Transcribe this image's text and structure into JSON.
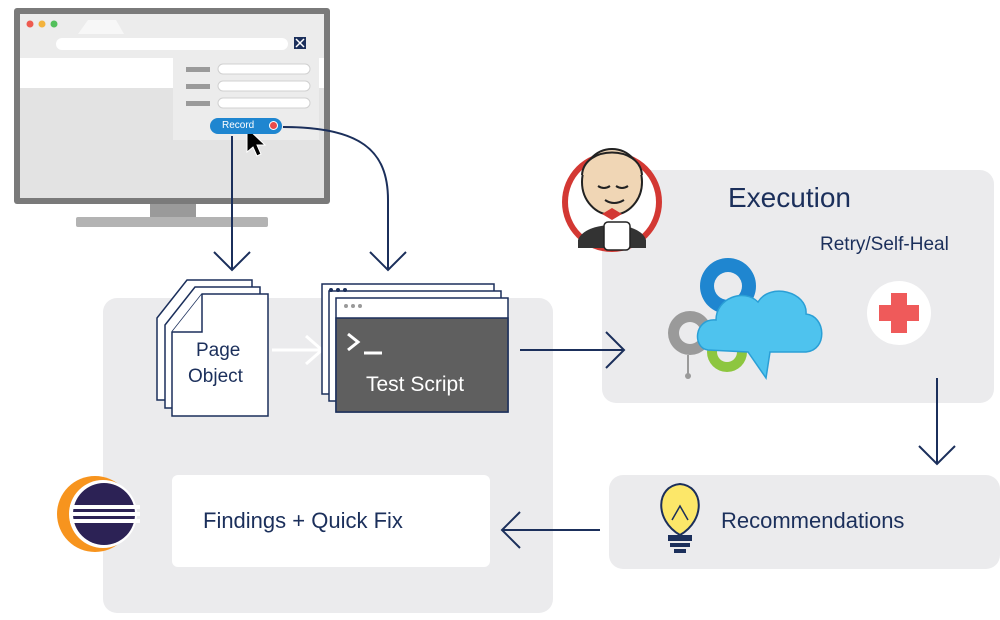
{
  "browser": {
    "record_label": "Record"
  },
  "nodes": {
    "page_object": {
      "line1": "Page",
      "line2": "Object"
    },
    "test_script": "Test Script",
    "execution": "Execution",
    "retry_self_heal": "Retry/Self-Heal",
    "recommendations": "Recommendations",
    "findings": "Findings + Quick Fix"
  },
  "colors": {
    "arrow": "#1b2f5b",
    "panel": "#ebebed",
    "record_button": "#1f86d0",
    "terminal": "#5f5f5f",
    "cloud": "#4ec3ee",
    "cross": "#ef5a5a",
    "bulb": "#fce769"
  },
  "icons": [
    "monitor-icon",
    "browser-dots-icon",
    "cursor-icon",
    "jenkins-icon",
    "gears-cloud-icon",
    "health-cross-icon",
    "lightbulb-icon",
    "eclipse-icon",
    "terminal-prompt-icon",
    "document-stack-icon"
  ]
}
